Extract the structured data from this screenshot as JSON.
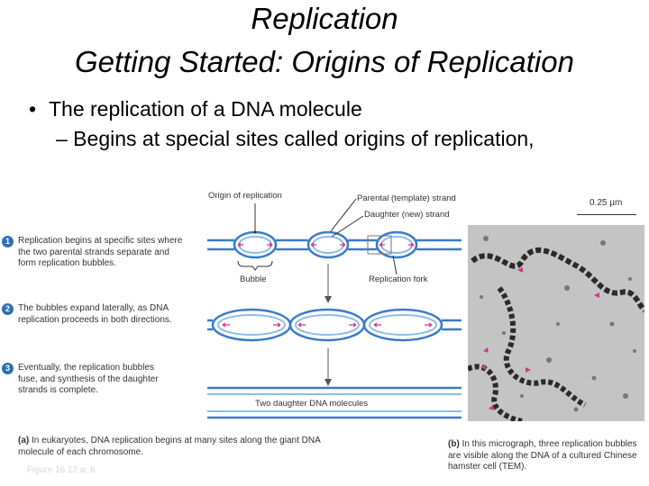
{
  "slide": {
    "title_line1": "Replication",
    "title_line2": "Getting Started: Origins of Replication",
    "bullet": "The replication of a DNA molecule",
    "subbullet": "– Begins at special sites called origins of replication,"
  },
  "figure": {
    "labels": {
      "origin": "Origin of replication",
      "parental": "Parental (template) strand",
      "daughter": "Daughter (new) strand",
      "bubble": "Bubble",
      "fork": "Replication fork",
      "two_daughter": "Two daughter DNA molecules",
      "scale": "0.25 µm"
    },
    "steps": [
      {
        "num": "1",
        "text": "Replication begins at specific sites where the two parental strands separate and form replication bubbles."
      },
      {
        "num": "2",
        "text": "The bubbles expand laterally, as DNA replication proceeds in both directions."
      },
      {
        "num": "3",
        "text": "Eventually, the replication bubbles fuse, and synthesis of the daughter strands is complete."
      }
    ],
    "caption_a_tag": "(a)",
    "caption_a": "In eukaryotes, DNA replication begins at many sites along the giant DNA molecule of each chromosome.",
    "caption_b_tag": "(b)",
    "caption_b": "In this micrograph, three replication bubbles are visible along the DNA of a cultured Chinese hamster cell (TEM).",
    "figure_ref": "Figure 16.12 a, b"
  },
  "colors": {
    "strand_blue": "#3a7bc8",
    "daughter_blue": "#8fbbe6",
    "arrow_pink": "#d0368a",
    "step_badge": "#2f6fb5"
  }
}
